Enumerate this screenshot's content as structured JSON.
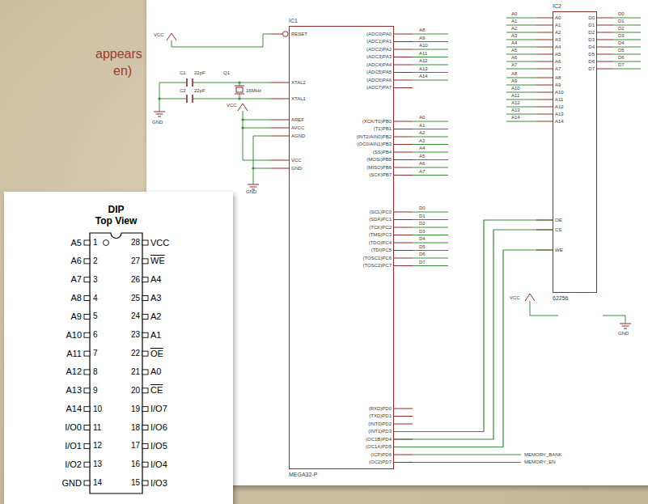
{
  "diagram": {
    "nodes": [
      {
        "text": [
          "IC1",
          "MEGA32-P"
        ]
      },
      {
        "text": [
          "IC2",
          "62256"
        ]
      }
    ],
    "edges": [
      {
        "from": 0,
        "to": 1,
        "arrow": "none"
      },
      {
        "from": 0,
        "to": 1,
        "arrow": "none"
      },
      {
        "from": 0,
        "to": 1,
        "arrow": "none"
      }
    ],
    "labels": [
      "appears",
      "en)",
      "VCC",
      "C1",
      "22pF",
      "C2",
      "22pF",
      "Q1",
      "16MHz",
      "GND",
      "VCC",
      "GND",
      "RESET",
      "XTAL2",
      "XTAL1",
      "AREF",
      "AVCC",
      "AGND",
      "VCC",
      "GND",
      "(ADC0)PA0",
      "(ADC1)PA1",
      "(ADC2)PA2",
      "(ADC3)PA3",
      "(ADC4)PA4",
      "(ADC5)PA5",
      "(ADC6)PA6",
      "(ADC7)PA7",
      "(XCK/T0)PB0",
      "(T1)PB1",
      "(INT2/AIN0)PB2",
      "(OC0/AIN1)PB3",
      "(SS)PB4",
      "(MOSI)PB5",
      "(MISO)PB6",
      "(SCK)PB7",
      "(SCL)PC0",
      "(SDA)PC1",
      "(TCK)PC2",
      "(TMS)PC3",
      "(TDO)PC4",
      "(TDI)PC5",
      "(TOSC1)PC6",
      "(TOSC2)PC7",
      "(RXD)PD0",
      "(TXD)PD1",
      "(INT0)PD2",
      "(INT1)PD3",
      "(OC1B)PD4",
      "(OC1A)PD5",
      "(ICP)PD6",
      "(OC2)PD7",
      "A8",
      "A9",
      "A10",
      "A11",
      "A12",
      "A13",
      "A14",
      "A0",
      "A1",
      "A2",
      "A3",
      "A4",
      "A5",
      "A6",
      "A7",
      "D0",
      "D1",
      "D2",
      "D3",
      "D4",
      "D5",
      "D6",
      "D7",
      "MEMORY_BANK",
      "MEMORY_EN",
      "A0",
      "A1",
      "A2",
      "A3",
      "A4",
      "A5",
      "A6",
      "A7",
      "A8",
      "A9",
      "A10",
      "A11",
      "A12",
      "A13",
      "A14",
      "OE",
      "CS",
      "WE",
      "D0",
      "D1",
      "D2",
      "D3",
      "D4",
      "D5",
      "D6",
      "D7",
      "A0",
      "A1",
      "A2",
      "A3",
      "A4",
      "A5",
      "A6",
      "A7",
      "A8",
      "A9",
      "A10",
      "A11",
      "A12",
      "A13",
      "A14",
      "D0",
      "D1",
      "D2",
      "D3",
      "D4",
      "D5",
      "D6",
      "D7",
      "VCC",
      "GND",
      "DIP",
      "Top View",
      "A5",
      "A6",
      "A7",
      "A8",
      "A9",
      "A10",
      "A11",
      "A12",
      "A13",
      "A14",
      "I/O0",
      "I/O1",
      "I/O2",
      "GND",
      "I/O3",
      "I/O4",
      "I/O5",
      "I/O6",
      "I/O7",
      "CE",
      "A0",
      "OE",
      "A1",
      "A2",
      "A3",
      "A4",
      "WE",
      "VCC",
      "1",
      "2",
      "3",
      "4",
      "5",
      "6",
      "7",
      "8",
      "9",
      "10",
      "11",
      "12",
      "13",
      "14",
      "15",
      "16",
      "17",
      "18",
      "19",
      "20",
      "21",
      "22",
      "23",
      "24",
      "25",
      "26",
      "27",
      "28"
    ]
  }
}
